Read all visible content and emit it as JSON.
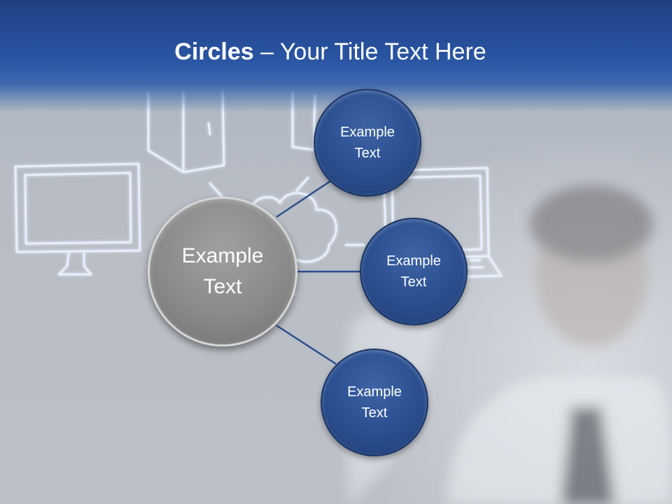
{
  "slide": {
    "title_bold": "Circles",
    "title_rest": " – Your Title Text Here"
  },
  "diagram": {
    "center": {
      "label": "Example\nText"
    },
    "nodes": [
      {
        "label": "Example\nText"
      },
      {
        "label": "Example\nText"
      },
      {
        "label": "Example\nText"
      }
    ]
  },
  "colors": {
    "header": "#2a56a4",
    "node_fill": "#2a4e8f",
    "hub_fill": "#8a8a8a",
    "connector": "#2b4f8f",
    "sketch_glow": "#e8f0ff"
  }
}
